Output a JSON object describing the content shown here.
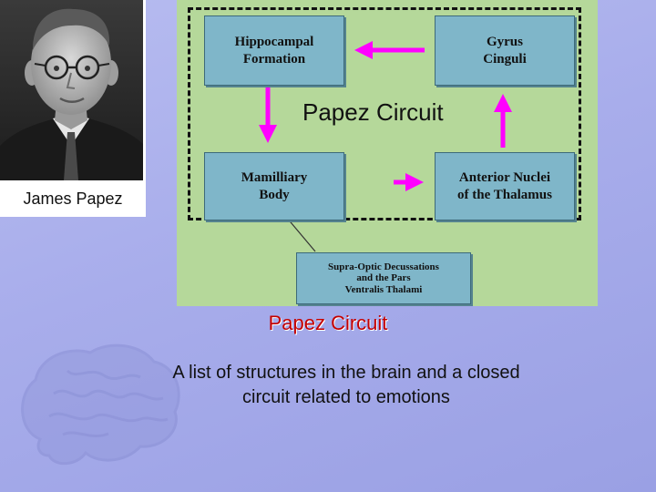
{
  "portrait": {
    "caption": "James Papez",
    "icon": "portrait-photo"
  },
  "diagram": {
    "center_label": "Papez Circuit",
    "nodes": {
      "hippocampal": "Hippocampal\nFormation",
      "gyrus": "Gyrus\nCinguli",
      "mamillary": "Mamilliary\nBody",
      "anterior": "Anterior Nuclei\nof the Thalamus",
      "supra": "Supra-Optic Decussations\nand the Pars\nVentralis Thalami"
    },
    "colors": {
      "node_fill": "#7fb6c9",
      "panel_fill": "#b5d89a",
      "arrow": "#ff00ff"
    }
  },
  "slide": {
    "title": "Papez Circuit",
    "description": "A list of structures in the brain and a closed circuit related to emotions",
    "title_color": "#c40000"
  }
}
